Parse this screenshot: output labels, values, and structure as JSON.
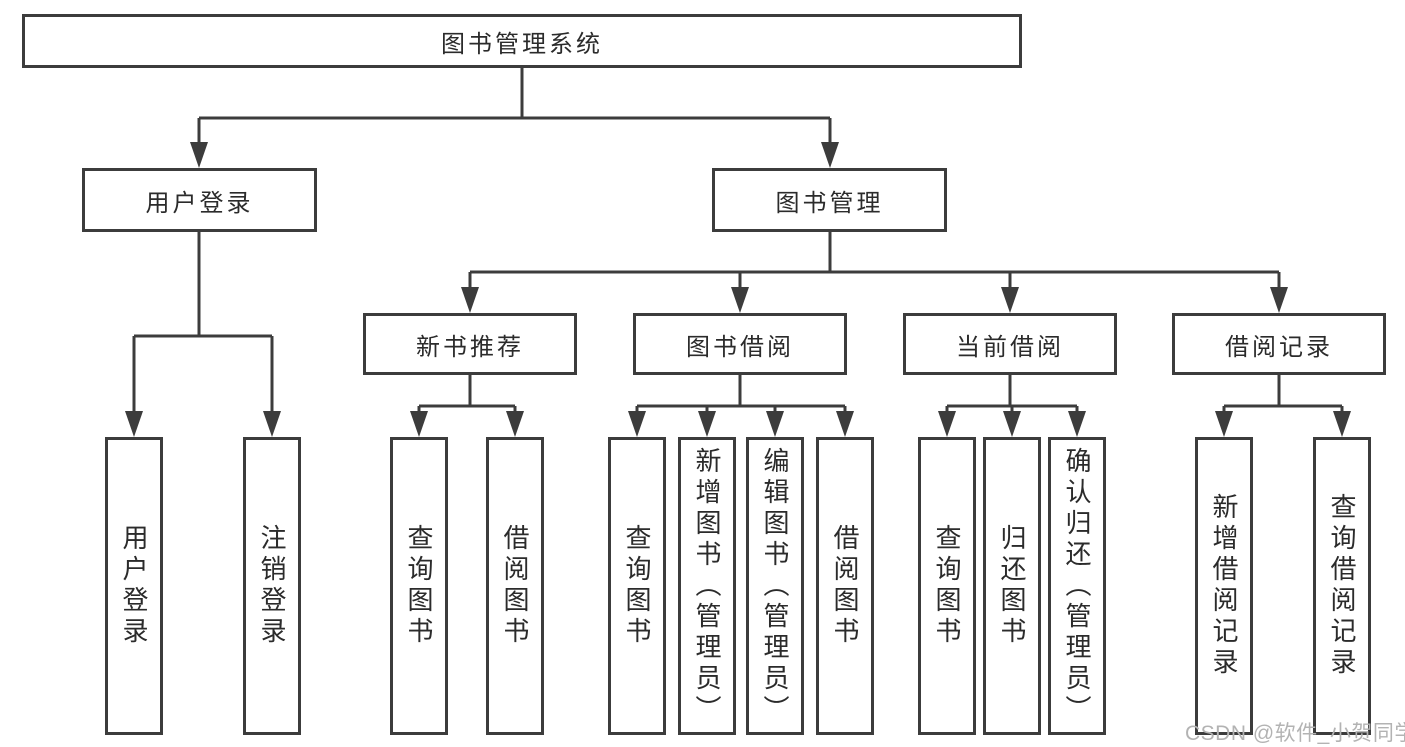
{
  "diagram": {
    "root": {
      "label": "图书管理系统"
    },
    "level1": {
      "user_login": {
        "label": "用户登录"
      },
      "book_mgmt": {
        "label": "图书管理"
      }
    },
    "level2": {
      "new_books": {
        "label": "新书推荐"
      },
      "book_borrow": {
        "label": "图书借阅"
      },
      "current_borrow": {
        "label": "当前借阅"
      },
      "borrow_records": {
        "label": "借阅记录"
      }
    },
    "leaves": [
      "用户登录",
      "注销登录",
      "查询图书",
      "借阅图书",
      "查询图书",
      "新增图书（管理员）",
      "编辑图书（管理员）",
      "借阅图书",
      "查询图书",
      "归还图书",
      "确认归还（管理员）",
      "新增借阅记录",
      "查询借阅记录"
    ],
    "watermark": "CSDN @软件_小贺同学",
    "colors": {
      "line": "#3c3c3c",
      "text": "#2b2b2b",
      "watermark": "#b3b3b3",
      "background": "#ffffff"
    }
  }
}
